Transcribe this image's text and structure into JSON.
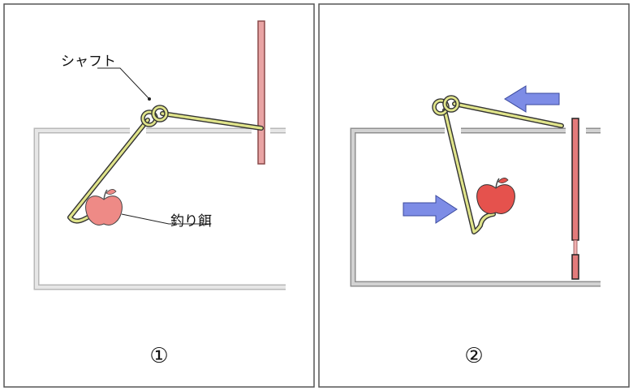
{
  "panels": [
    {
      "number": "①",
      "labels": {
        "shaft": "シャフト",
        "bait": "釣り餌"
      }
    },
    {
      "number": "②"
    }
  ],
  "colors": {
    "frame": "#555555",
    "box_wall_1": "#cccccc",
    "box_wall_2": "#999999",
    "shaft_fill": "#e0e48a",
    "shaft_stroke": "#333333",
    "post_fill_1": "#e9a4a4",
    "post_fill_2": "#e37b7b",
    "post_stroke": "#8a4a4a",
    "apple_1": "#ee8a86",
    "apple_2": "#e5524d",
    "arrow": "#7d8ce6"
  },
  "icons": [
    "apple-icon",
    "arrow-right-icon",
    "arrow-left-icon"
  ]
}
